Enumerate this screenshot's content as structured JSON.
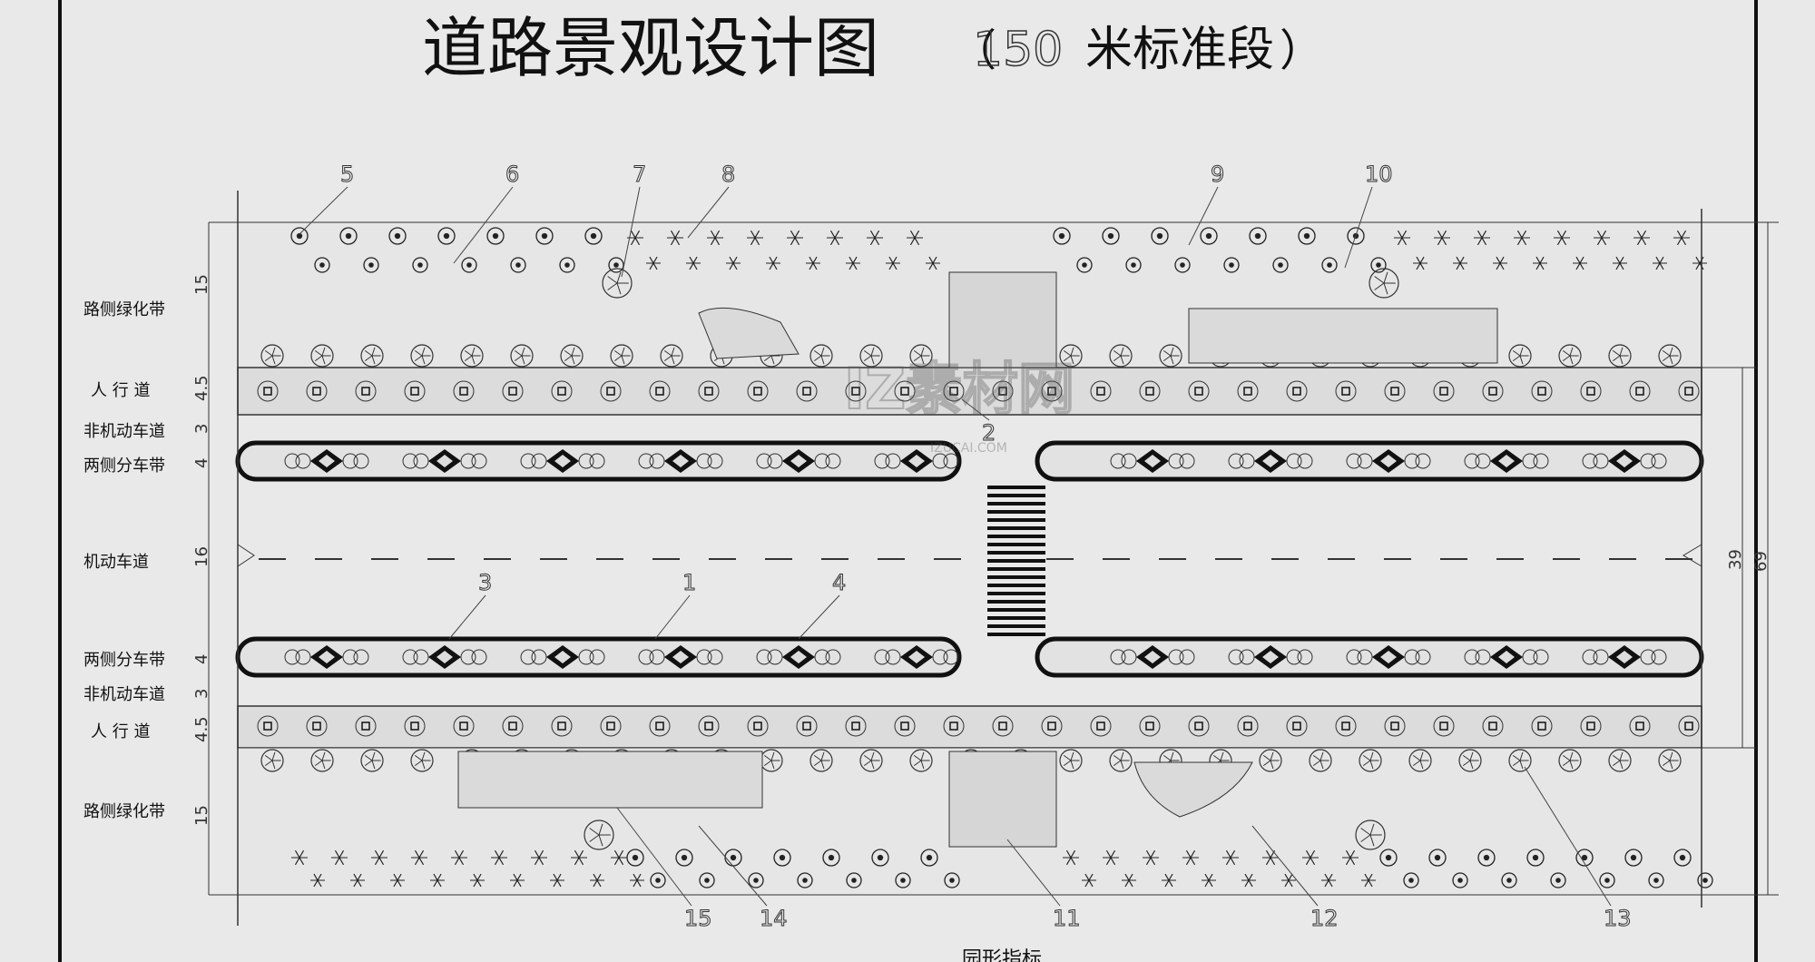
{
  "title": {
    "main": "道路景观设计图",
    "paren_open": "（",
    "number": "150",
    "suffix": "米标准段",
    "paren_close": "）"
  },
  "row_labels": {
    "greenbelt_top": "路侧绿化带",
    "sidewalk_top": "人 行 道",
    "bikelane_top": "非机动车道",
    "divider_top": "两侧分车带",
    "carriageway": "机动车道",
    "divider_bottom": "两侧分车带",
    "bikelane_bottom": "非机动车道",
    "sidewalk_bottom": "人 行 道",
    "greenbelt_bottom": "路侧绿化带"
  },
  "dimensions": {
    "greenbelt_top": "15",
    "sidewalk_top": "4.5",
    "bikelane_top": "3",
    "divider_top": "4",
    "carriageway": "16",
    "divider_bottom": "4",
    "bikelane_bottom": "3",
    "sidewalk_bottom": "4.5",
    "greenbelt_bottom": "15",
    "inner_total": "39",
    "outer_total": "69"
  },
  "callouts": [
    "1",
    "2",
    "3",
    "4",
    "5",
    "6",
    "7",
    "8",
    "9",
    "10",
    "11",
    "12",
    "13",
    "14",
    "15"
  ],
  "watermark": {
    "text": "IZ素材网",
    "sub": "IZUCAI.COM"
  },
  "footer_text": "园形指标",
  "colors": {
    "paper": "#e9e9e9",
    "ink": "#111111",
    "line": "#333333"
  }
}
